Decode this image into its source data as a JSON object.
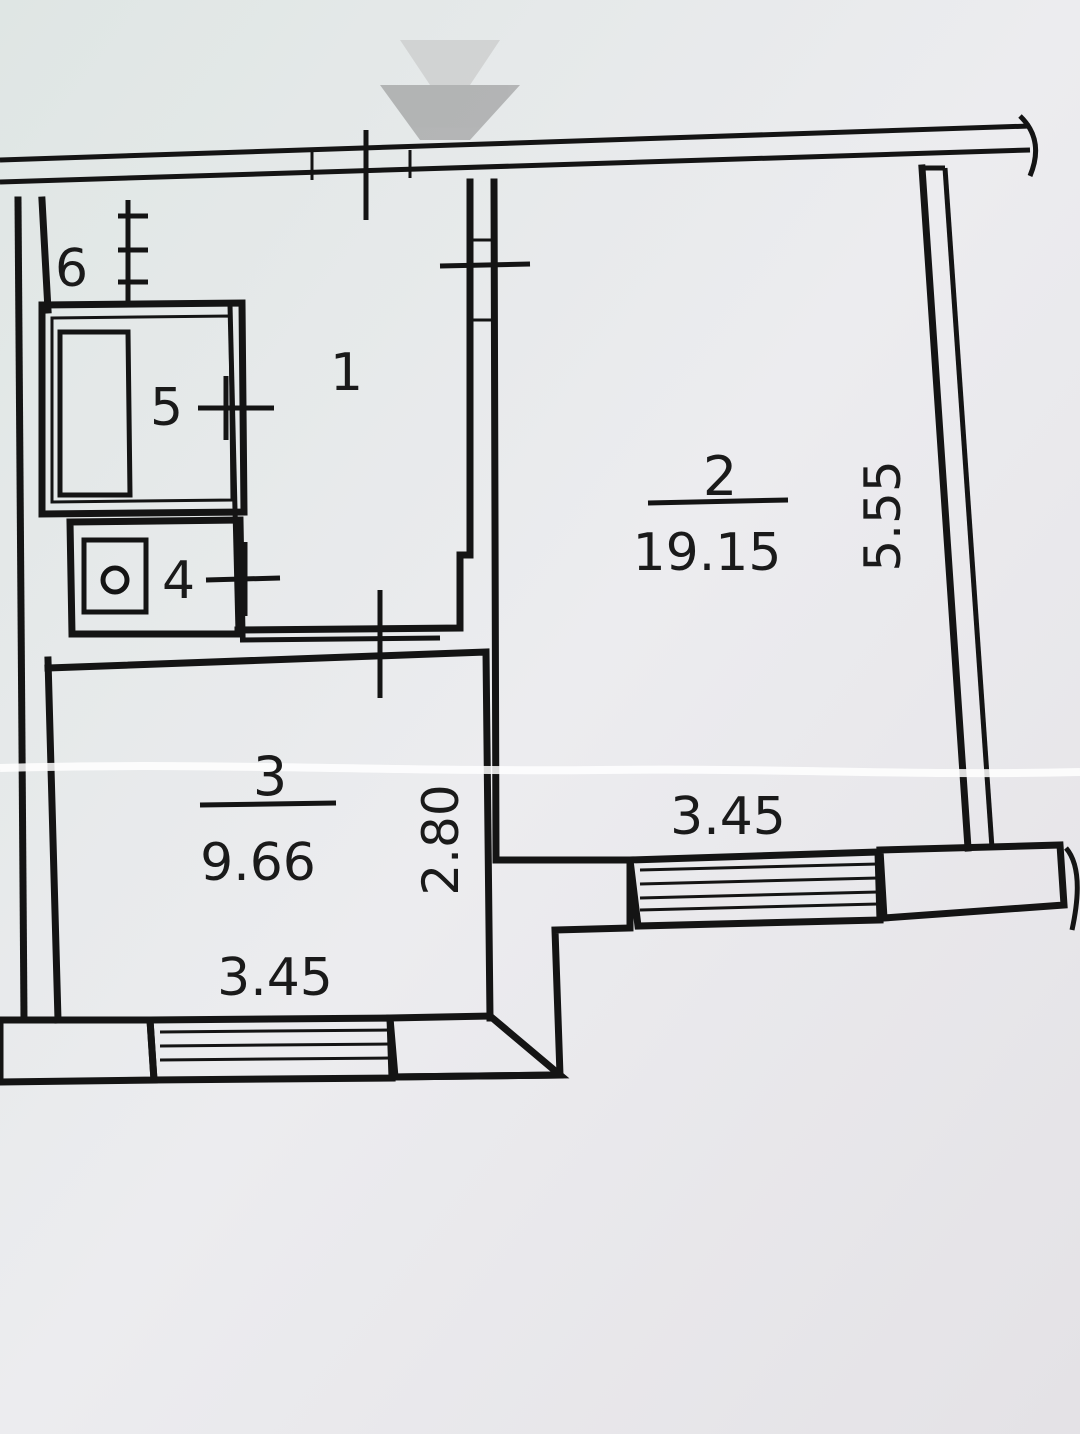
{
  "plan": {
    "rooms": [
      {
        "number": "1"
      },
      {
        "number": "2",
        "area": "19.15"
      },
      {
        "number": "3",
        "area": "9.66"
      },
      {
        "number": "4"
      },
      {
        "number": "5"
      },
      {
        "number": "6"
      }
    ],
    "dimensions": {
      "room2_length": "5.55",
      "room2_width": "3.45",
      "room3_length": "2.80",
      "room3_width": "3.45"
    },
    "colors": {
      "paper": "#ebebee",
      "ink": "#141414"
    }
  }
}
